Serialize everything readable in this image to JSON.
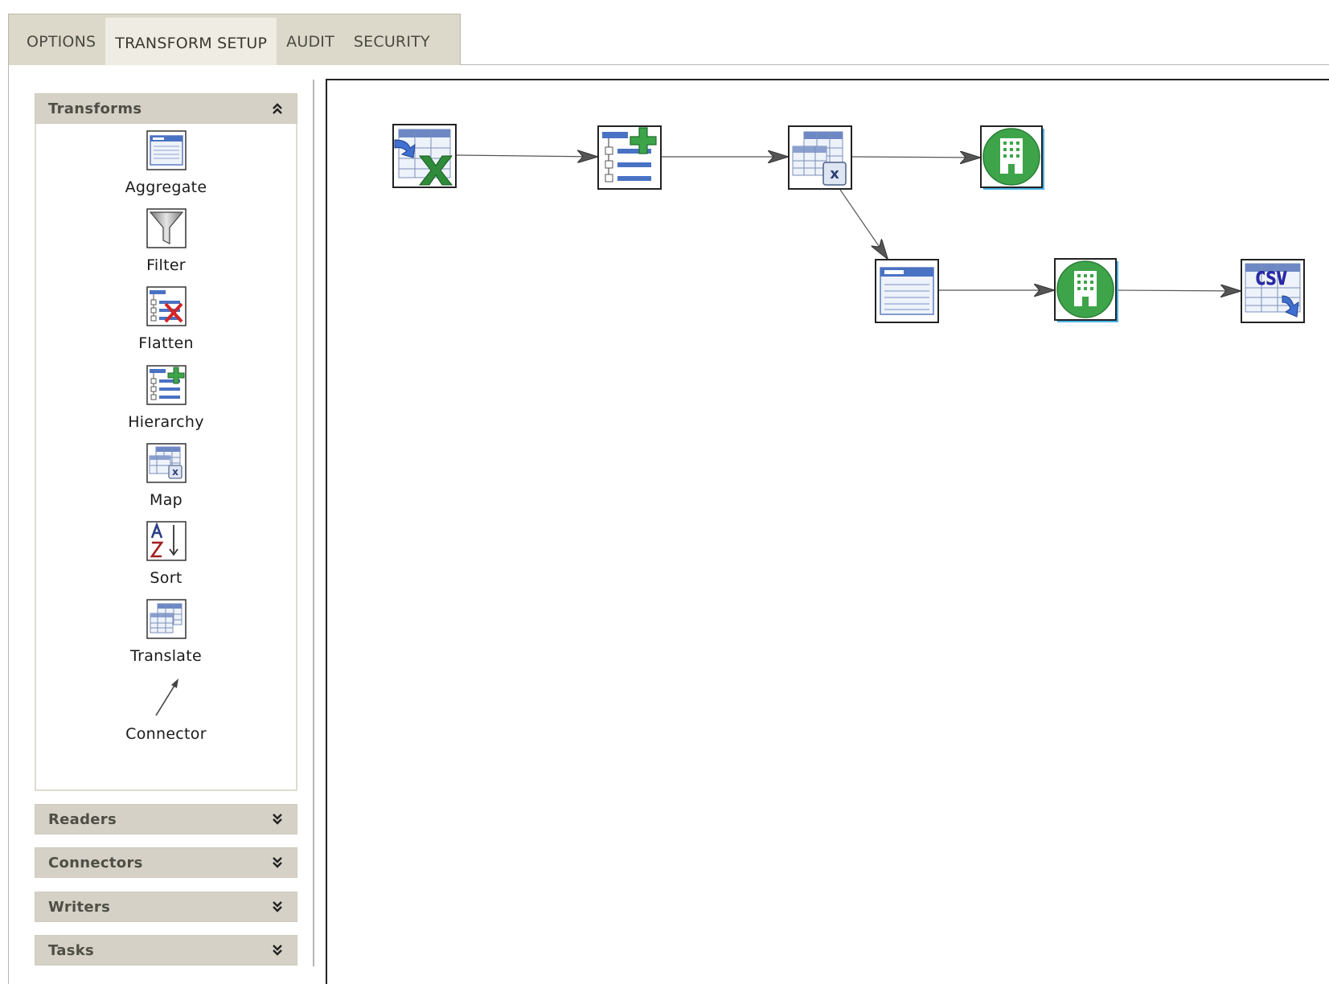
{
  "tabs": [
    {
      "label": "OPTIONS",
      "active": false
    },
    {
      "label": "TRANSFORM SETUP",
      "active": true
    },
    {
      "label": "AUDIT",
      "active": false
    },
    {
      "label": "SECURITY",
      "active": false
    }
  ],
  "sidebar": {
    "transforms": {
      "title": "Transforms",
      "expanded": true,
      "items": [
        {
          "label": "Aggregate",
          "icon": "aggregate-icon"
        },
        {
          "label": "Filter",
          "icon": "funnel-icon"
        },
        {
          "label": "Flatten",
          "icon": "flatten-icon"
        },
        {
          "label": "Hierarchy",
          "icon": "hierarchy-icon"
        },
        {
          "label": "Map",
          "icon": "map-icon"
        },
        {
          "label": "Sort",
          "icon": "sort-az-icon"
        },
        {
          "label": "Translate",
          "icon": "translate-icon"
        },
        {
          "label": "Connector",
          "icon": "connector-arrow-icon"
        }
      ]
    },
    "readers": {
      "title": "Readers",
      "expanded": false
    },
    "connectors": {
      "title": "Connectors",
      "expanded": false
    },
    "writers": {
      "title": "Writers",
      "expanded": false
    },
    "tasks": {
      "title": "Tasks",
      "expanded": false
    }
  },
  "canvas": {
    "nodes": [
      {
        "id": "n1",
        "icon": "excel-reader-icon"
      },
      {
        "id": "n2",
        "icon": "hierarchy-icon"
      },
      {
        "id": "n3",
        "icon": "map-icon"
      },
      {
        "id": "n4",
        "icon": "building-icon"
      },
      {
        "id": "n5",
        "icon": "aggregate-icon"
      },
      {
        "id": "n6",
        "icon": "building-icon"
      },
      {
        "id": "n7",
        "icon": "csv-writer-icon"
      }
    ],
    "csv_icon_text": "CSV",
    "colors": {
      "accent_blue": "#4a72c4",
      "green": "#3ea44a",
      "excel_green": "#2e8b3a",
      "red": "#d42424"
    }
  }
}
